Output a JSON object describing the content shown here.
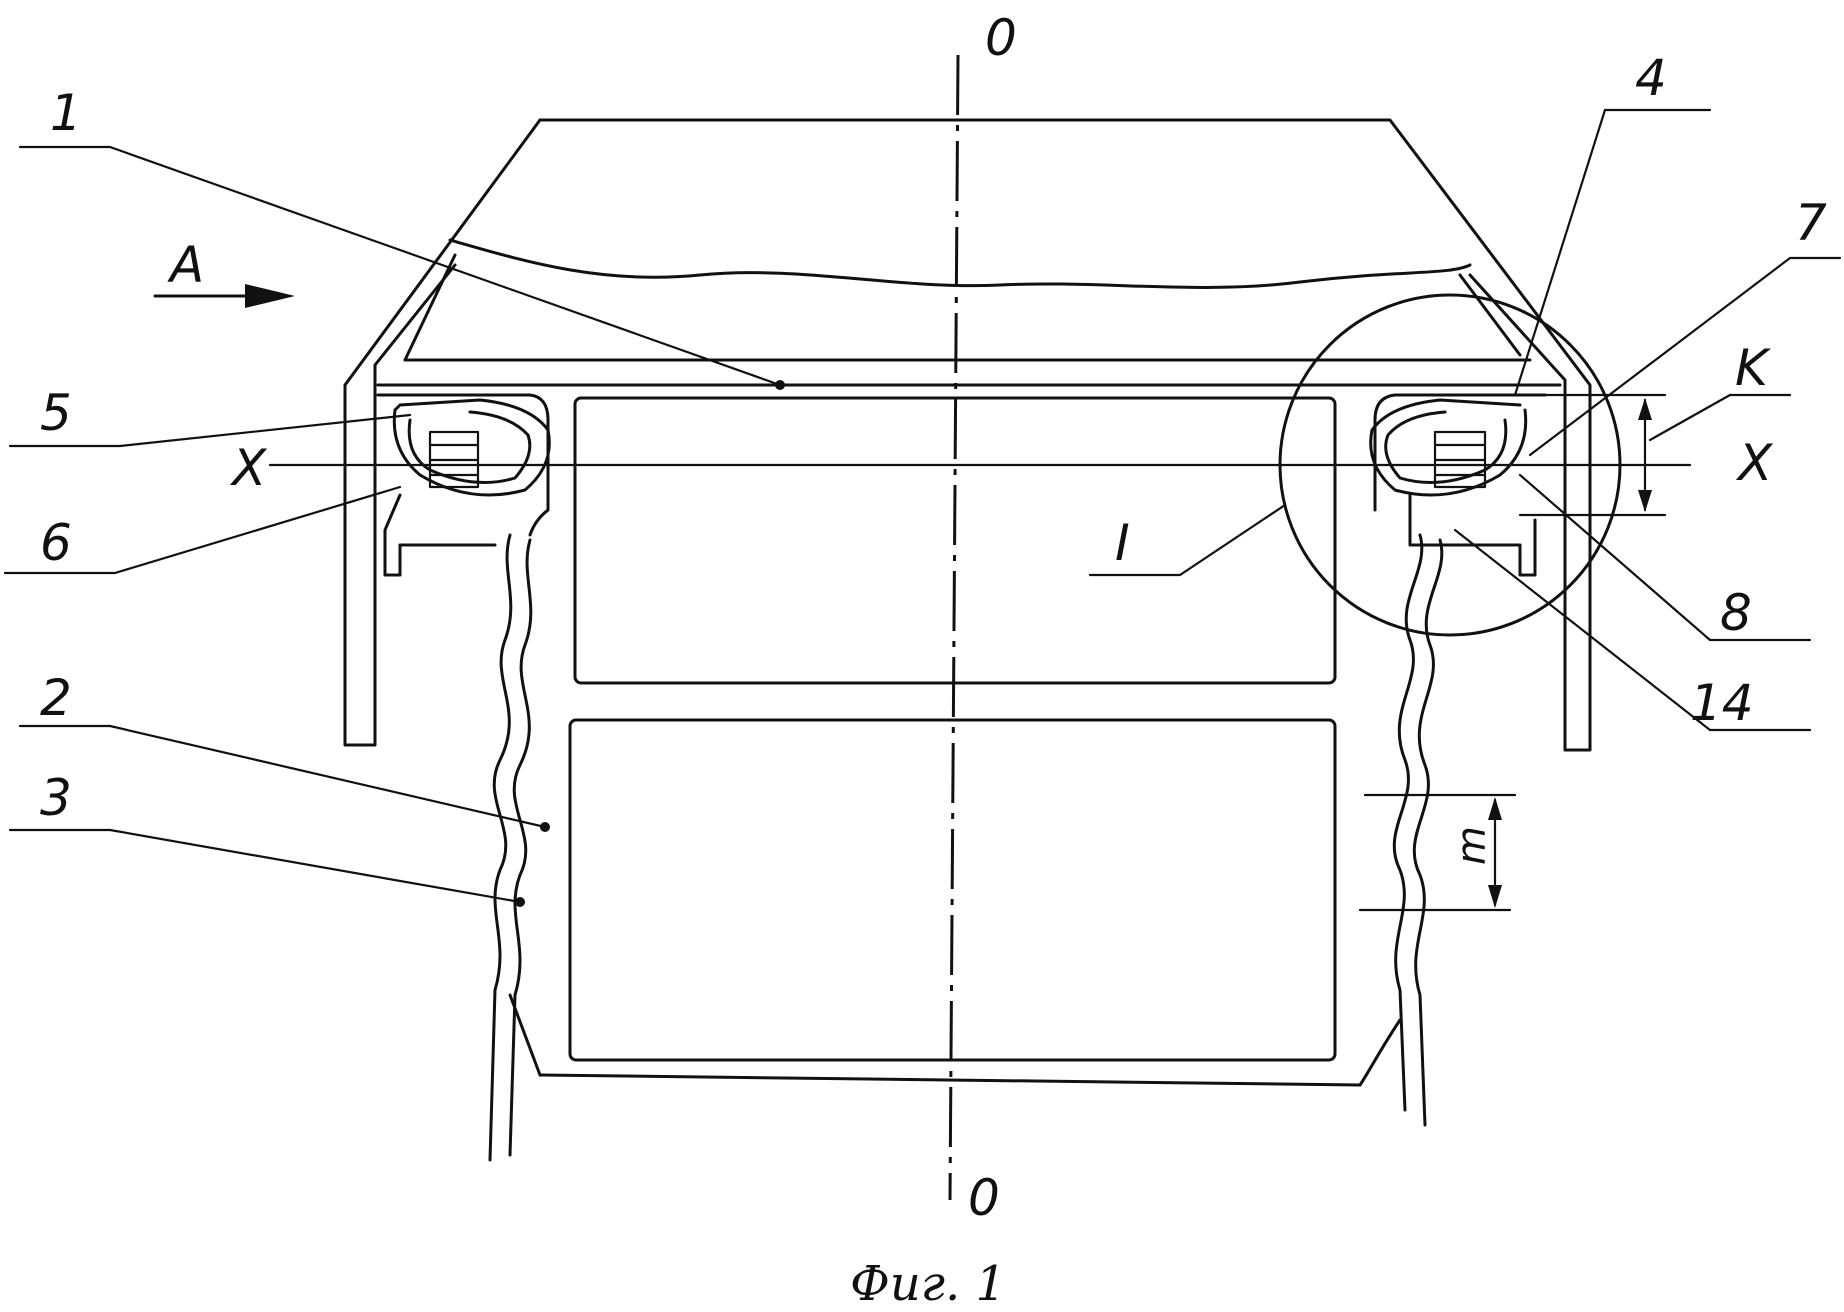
{
  "caption": "Фиг. 1",
  "labels": {
    "axis_top": "0",
    "axis_bottom": "0",
    "arrow_view": "A",
    "x_left": "X",
    "x_right": "X",
    "k": "K",
    "m": "m",
    "detail": "I",
    "n1": "1",
    "n2": "2",
    "n3": "3",
    "n4": "4",
    "n5": "5",
    "n6": "6",
    "n7": "7",
    "n8": "8",
    "n14": "14"
  }
}
